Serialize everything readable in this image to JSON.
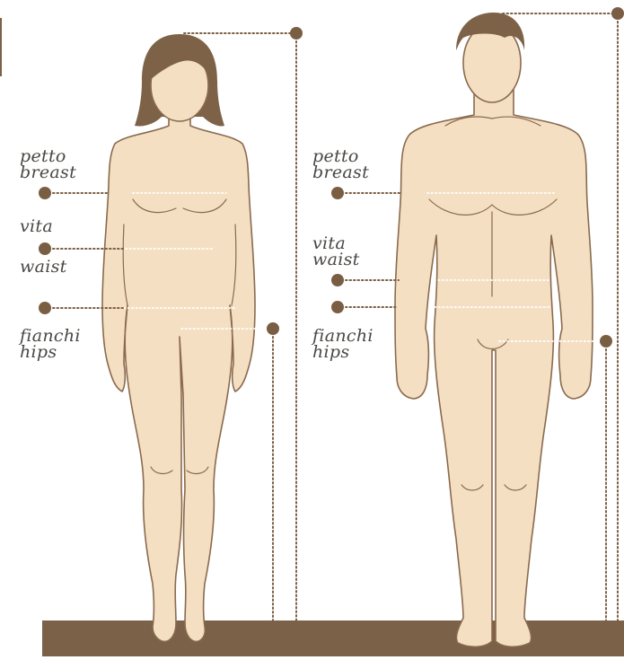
{
  "labels": {
    "woman": {
      "breast_it": "petto",
      "breast_en": "breast",
      "waist_it": "vita",
      "waist_en": "waist",
      "hips_it": "fianchi",
      "hips_en": "hips"
    },
    "man": {
      "breast_it": "petto",
      "breast_en": "breast",
      "waist_it": "vita",
      "waist_en": "waist",
      "hips_it": "fianchi",
      "hips_en": "hips"
    }
  },
  "colors": {
    "skin": "#f4dfc3",
    "outline": "#8a6a4e",
    "hair": "#7d6248",
    "marker": "#7a5e43",
    "floor": "#7a6147",
    "text": "#4a4744"
  }
}
